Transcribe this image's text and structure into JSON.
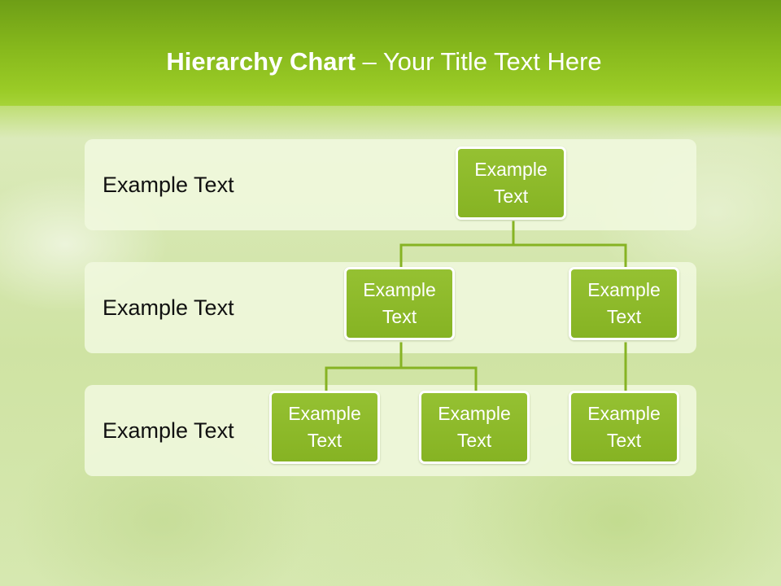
{
  "title": {
    "bold": "Hierarchy Chart",
    "rest": " – Your Title Text Here"
  },
  "levels": [
    {
      "label": "Example Text"
    },
    {
      "label": "Example Text"
    },
    {
      "label": "Example Text"
    }
  ],
  "nodes": {
    "root": "Example Text",
    "level2_left": "Example Text",
    "level2_right": "Example Text",
    "level3_left_a": "Example Text",
    "level3_left_b": "Example Text",
    "level3_right": "Example Text"
  },
  "colors": {
    "header": "#86b81c",
    "node_fill": "#8dba2a",
    "node_border": "#ffffff",
    "connector": "#86b323",
    "band": "#f0f8de"
  }
}
